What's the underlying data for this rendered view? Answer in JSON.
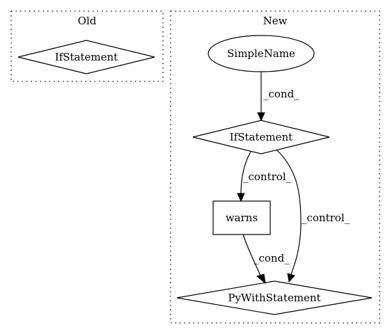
{
  "clusters": {
    "old": {
      "label": "Old"
    },
    "new": {
      "label": "New"
    }
  },
  "nodes": {
    "old_if": {
      "label": "IfStatement",
      "shape": "diamond"
    },
    "simple_name": {
      "label": "SimpleName",
      "shape": "ellipse"
    },
    "new_if": {
      "label": "IfStatement",
      "shape": "diamond"
    },
    "warns": {
      "label": "warns",
      "shape": "box"
    },
    "py_with": {
      "label": "PyWithStatement",
      "shape": "diamond"
    }
  },
  "edges": {
    "simple_to_if": {
      "from": "SimpleName",
      "to": "IfStatement",
      "label": "_cond_"
    },
    "if_to_warns": {
      "from": "IfStatement",
      "to": "warns",
      "label": "_control_"
    },
    "if_to_with": {
      "from": "IfStatement",
      "to": "PyWithStatement",
      "label": "_control_"
    },
    "warns_to_with": {
      "from": "warns",
      "to": "PyWithStatement",
      "label": "_cond_"
    }
  }
}
